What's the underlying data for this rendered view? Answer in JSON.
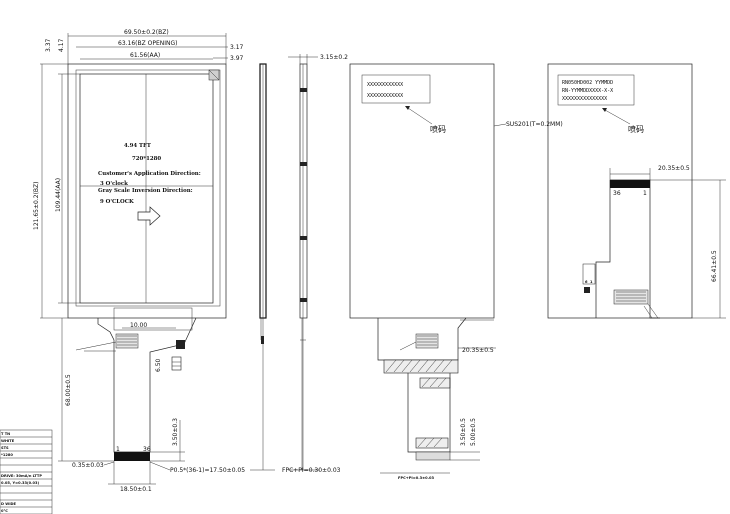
{
  "front_view": {
    "dim_outline_width": "69.50±0.2(BZ)",
    "dim_bz_opening": "63.16(BZ OPENING)",
    "dim_aa_width": "61.56(AA)",
    "dim_right_top": "3.17",
    "dim_right_second": "3.97",
    "dim_left_top": "3.37",
    "dim_left_second": "4.17",
    "dim_outline_height": "121.65±0.2(BZ)",
    "dim_aa_height": "109.44(AA)",
    "dim_fpc_total": "68.00±0.5",
    "dim_fpc_width": "10.00",
    "dim_fpc_offset": "6.50",
    "dim_fpc_end": "3.50±0.3",
    "dim_lead_width": "0.35±0.03",
    "dim_pitch": "P0.5*(36-1)=17.50±0.05",
    "dim_connector_width": "18.50±0.1",
    "pin_first": "1",
    "pin_last": "36",
    "panel_size": "4.94  TFT",
    "panel_resolution": "720*1280",
    "app_direction_label": "Customer's Application Direction:",
    "app_direction_value": "3 O'clock",
    "inversion_label": "Gray Scale Inversion Direction:",
    "inversion_value": "9 O'CLOCK"
  },
  "side_view": {
    "dim_thickness": "3.15±0.2",
    "dim_fpc_thickness": "FPC+PI=0.30±0.03"
  },
  "back_view": {
    "label_code_1": "XXXXXXXXXXXX",
    "label_code_2": "XXXXXXXXXXXX",
    "label_cn": "喷码",
    "plate_note": "SUS201(T=0.2MM)",
    "dim_fpc_width": "20.35±0.5",
    "dim_fpc_end_1": "3.50±0.5",
    "dim_fpc_end_2": "5.00±0.5",
    "dim_small_note": "FPC+PI=0.3±0.03"
  },
  "rear_view": {
    "marking_line_1": "RN050HD002 YYMMDD",
    "marking_line_2": "RN-YYMMDDXXXX-X-X",
    "marking_line_3": "XXXXXXXXXXXXXXX",
    "label_cn": "喷码",
    "dim_fpc_width": "20.35±0.5",
    "dim_fpc_height": "66.41±0.5",
    "pin_first": "1",
    "pin_last": "36",
    "pin_row_a": "6",
    "pin_row_b": "1"
  },
  "spec_table": {
    "rows": [
      "T TN",
      "WHITE",
      "STS",
      "*1280",
      "",
      "",
      "DRIVE: 30mA/n LTTP",
      "0.05, Y=0.33(0.03)",
      "",
      "",
      "D WIDE",
      "0°C"
    ]
  }
}
